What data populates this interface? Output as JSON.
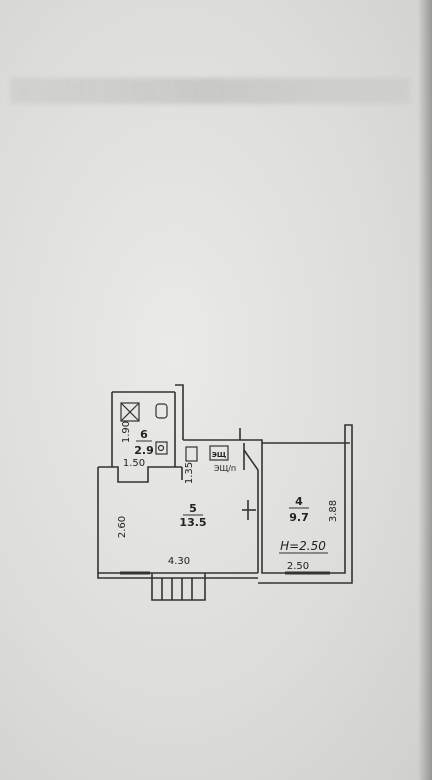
{
  "rooms": [
    {
      "number": "6",
      "area": "2.9"
    },
    {
      "number": "5",
      "area": "13.5"
    },
    {
      "number": "4",
      "area": "9.7"
    }
  ],
  "dimensions": {
    "bath_height": "1.90",
    "bath_width": "1.50",
    "kitchen_niche": "1.35",
    "main_height": "2.60",
    "main_width": "4.30",
    "room4_height": "3.88",
    "room4_width": "2.50"
  },
  "labels": {
    "ceiling_height": "H=2.50",
    "meter_box": "ЭЩ",
    "meter_note": "ЭЩ/п"
  },
  "colors": {
    "ink": "#222222",
    "paper": "#e6e6e2"
  }
}
